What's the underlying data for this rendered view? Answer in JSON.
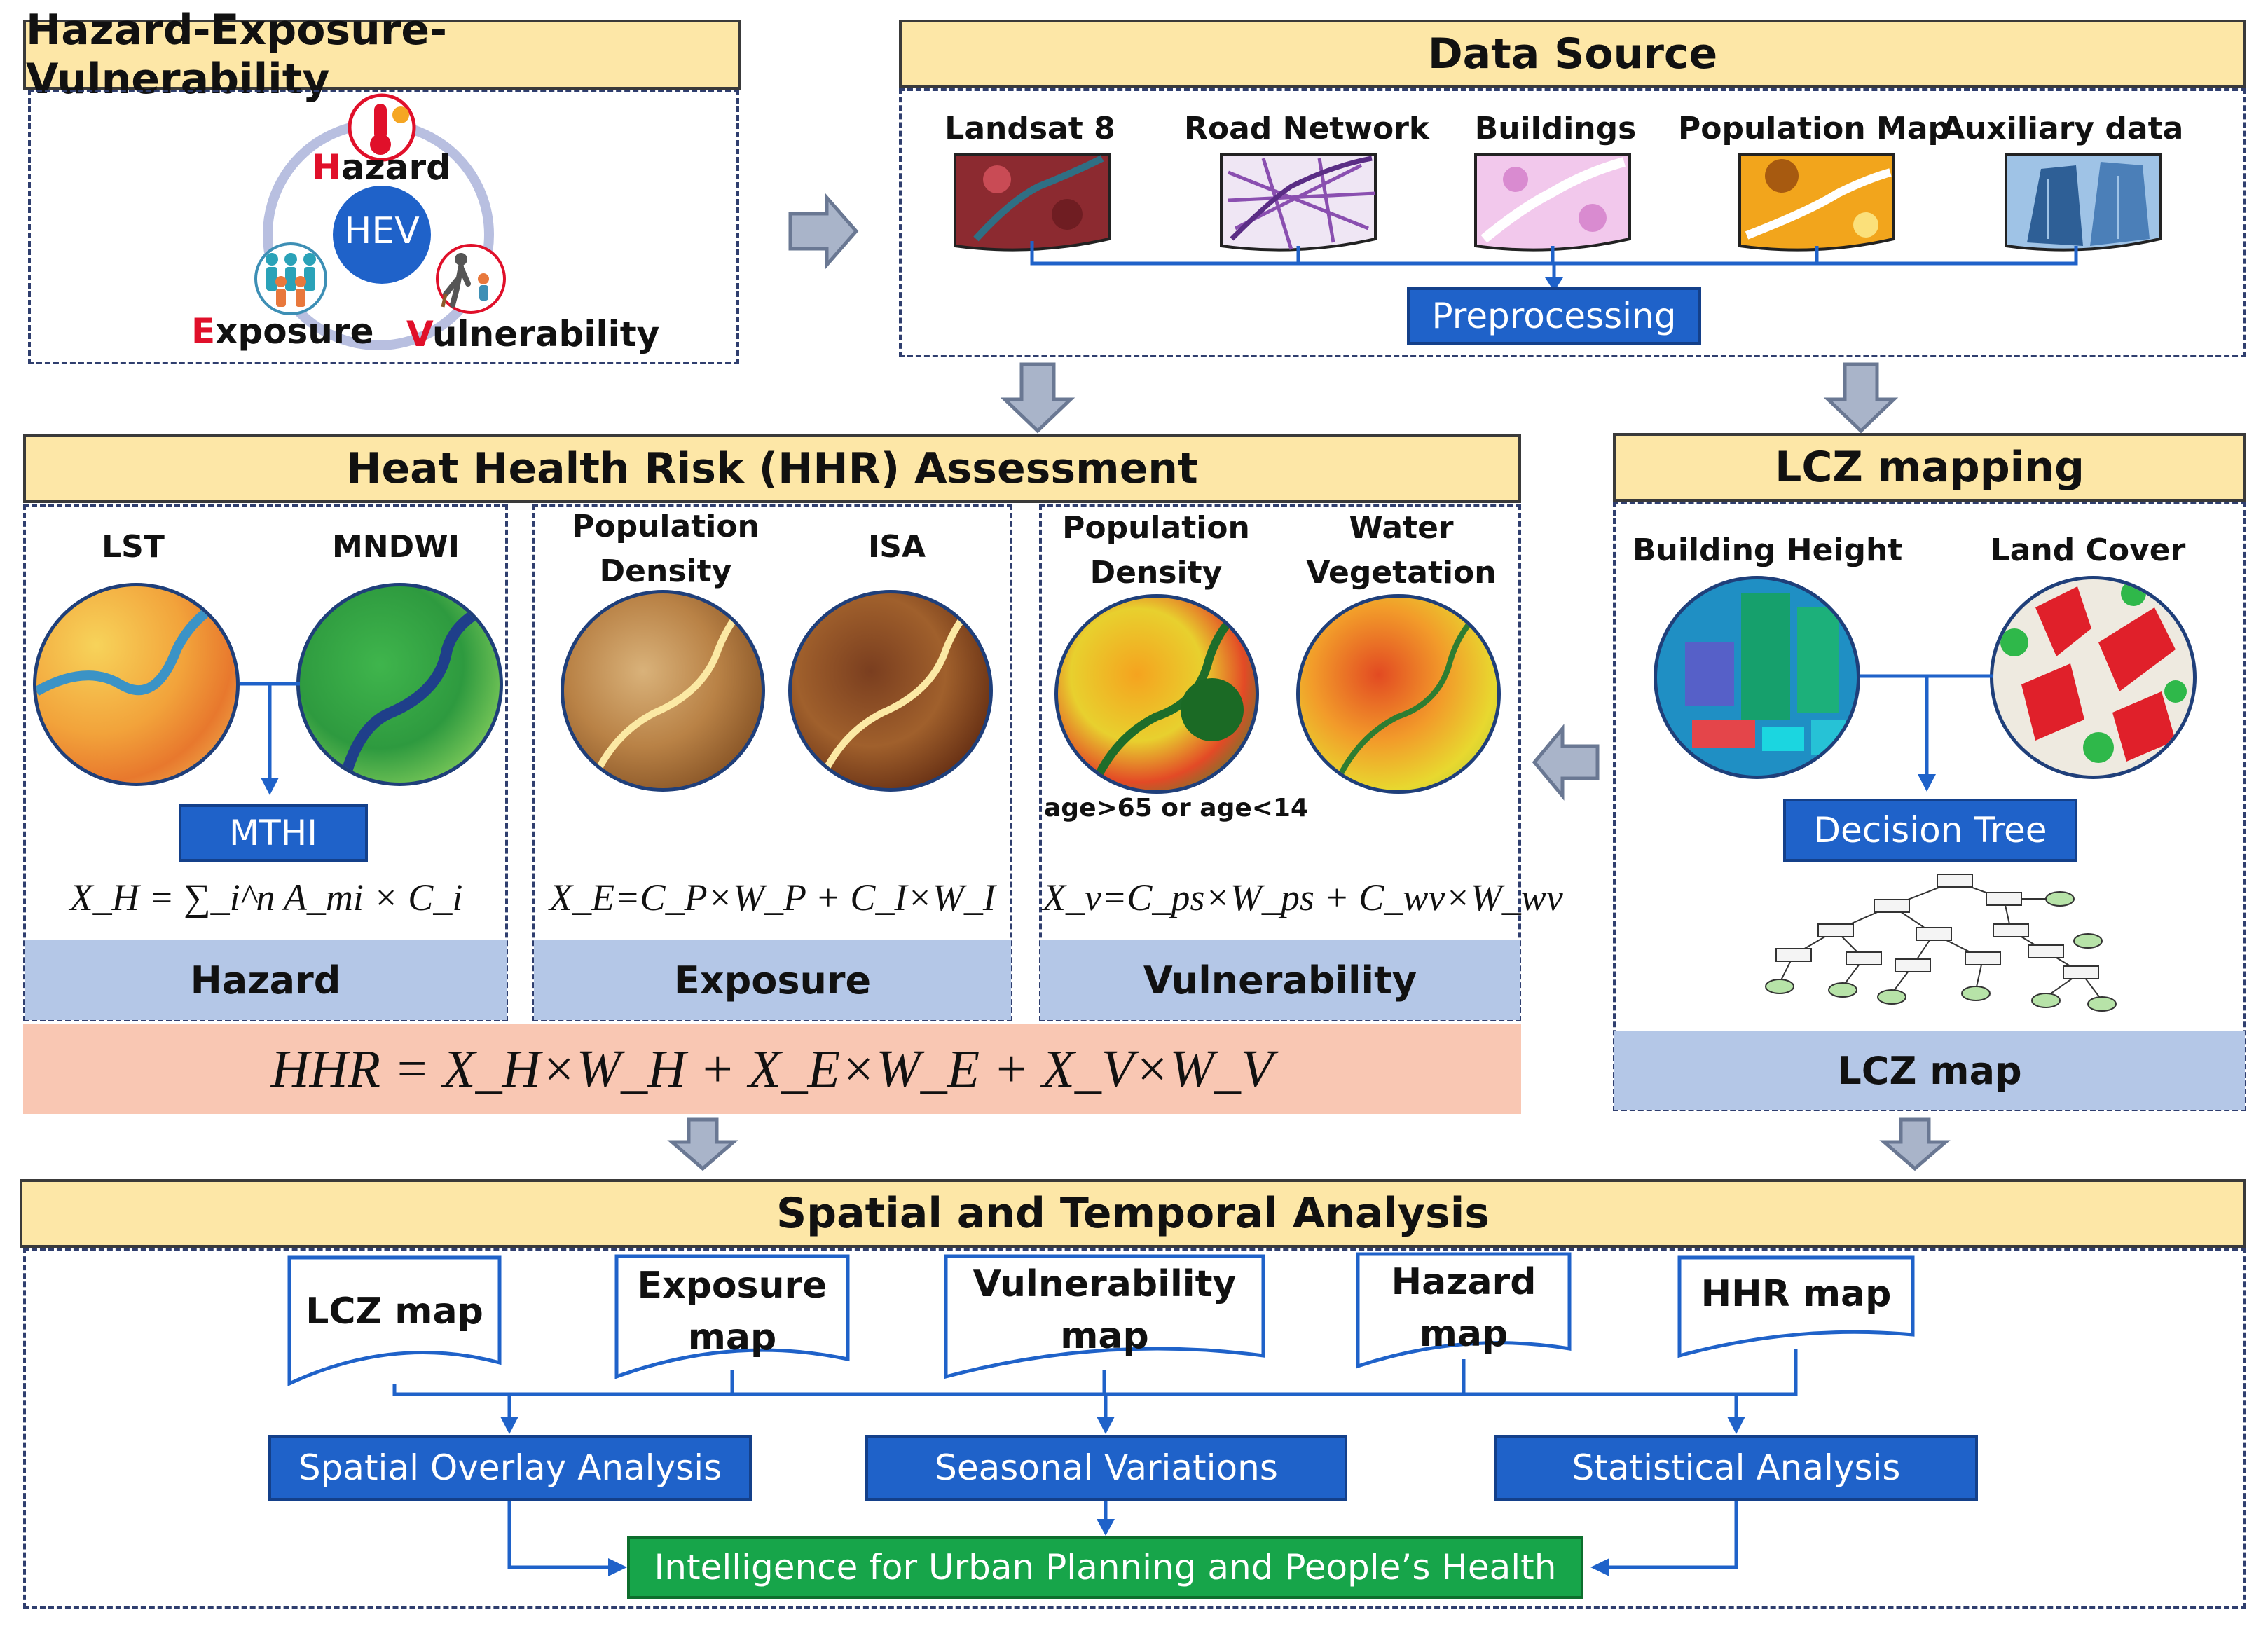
{
  "hev": {
    "title": "Hazard-Exposure-Vulnerability",
    "center": "HEV",
    "hazard_first": "H",
    "hazard_rest": "azard",
    "exposure_first": "E",
    "exposure_rest": "xposure",
    "vulnerability_first": "V",
    "vulnerability_rest": "ulnerability"
  },
  "data_source": {
    "title": "Data Source",
    "items": [
      "Landsat 8",
      "Road Network",
      "Buildings",
      "Population Map",
      "Auxiliary data"
    ],
    "preprocessing": "Preprocessing"
  },
  "hhr": {
    "title": "Heat Health Risk (HHR) Assessment",
    "hazard": {
      "label_a": "LST",
      "label_b": "MNDWI",
      "box": "MTHI",
      "formula": "X_H = ∑_i^n A_mi × C_i",
      "band": "Hazard"
    },
    "exposure": {
      "label_a_line1": "Population",
      "label_a_line2": "Density",
      "label_b": "ISA",
      "formula": "X_E=C_P×W_P + C_I×W_I",
      "band": "Exposure"
    },
    "vulnerability": {
      "label_a_line1": "Population",
      "label_a_line2": "Density",
      "label_b_line1": "Water",
      "label_b_line2": "Vegetation",
      "note": "age>65 or age<14",
      "formula": "X_v=C_ps×W_ps + C_wv×W_wv",
      "band": "Vulnerability"
    },
    "equation": "HHR = X_H×W_H + X_E×W_E + X_V×W_V"
  },
  "lcz": {
    "title": "LCZ mapping",
    "label_a": "Building Height",
    "label_b": "Land Cover",
    "box": "Decision Tree",
    "band": "LCZ map"
  },
  "analysis": {
    "title": "Spatial and Temporal Analysis",
    "docs": [
      {
        "line1": "LCZ map",
        "line2": ""
      },
      {
        "line1": "Exposure",
        "line2": "map"
      },
      {
        "line1": "Vulnerability",
        "line2": "map"
      },
      {
        "line1": "Hazard",
        "line2": "map"
      },
      {
        "line1": "HHR map",
        "line2": ""
      }
    ],
    "methods": [
      "Spatial Overlay Analysis",
      "Seasonal Variations",
      "Statistical Analysis"
    ],
    "output": "Intelligence for Urban Planning and People’s Health"
  },
  "colors": {
    "header_fill": "#fde7a7",
    "box_blue": "#1f62c9",
    "band_blue": "#b4c7e7",
    "equation_band": "#f9c7b3",
    "output_green": "#17a54a",
    "letter_red": "#e0102a"
  }
}
